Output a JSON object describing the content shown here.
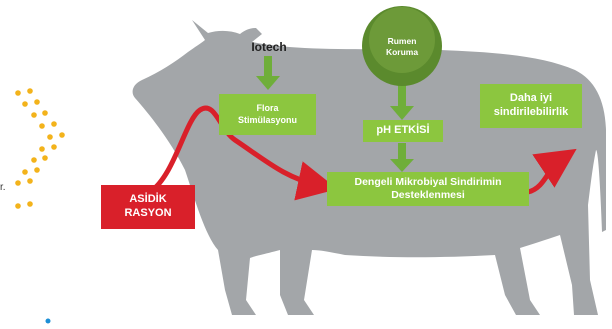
{
  "colors": {
    "cow": "#a3a6a9",
    "green": "#8cc63f",
    "dark_green": "#5b8a2d",
    "red": "#d9202a",
    "arrow_green": "#6fae3a",
    "dots": "#f3b31b",
    "blue_dot": "#1c8fd6"
  },
  "diagram": {
    "iotech": "Iotech",
    "rumen": {
      "line1": "Rumen",
      "line2": "Koruma"
    },
    "flora": {
      "line1": "Flora",
      "line2": "Stimülasyonu"
    },
    "ph": "pH ETKİSİ",
    "acidic": {
      "line1": "ASİDİK",
      "line2": "RASYON"
    },
    "balanced": {
      "line1": "Dengeli Mikrobiyal Sindirimin",
      "line2": "Desteklenmesi"
    },
    "better": {
      "line1": "Daha iyi",
      "line2": "sindirilebilirlik"
    },
    "edge_char": "r."
  }
}
